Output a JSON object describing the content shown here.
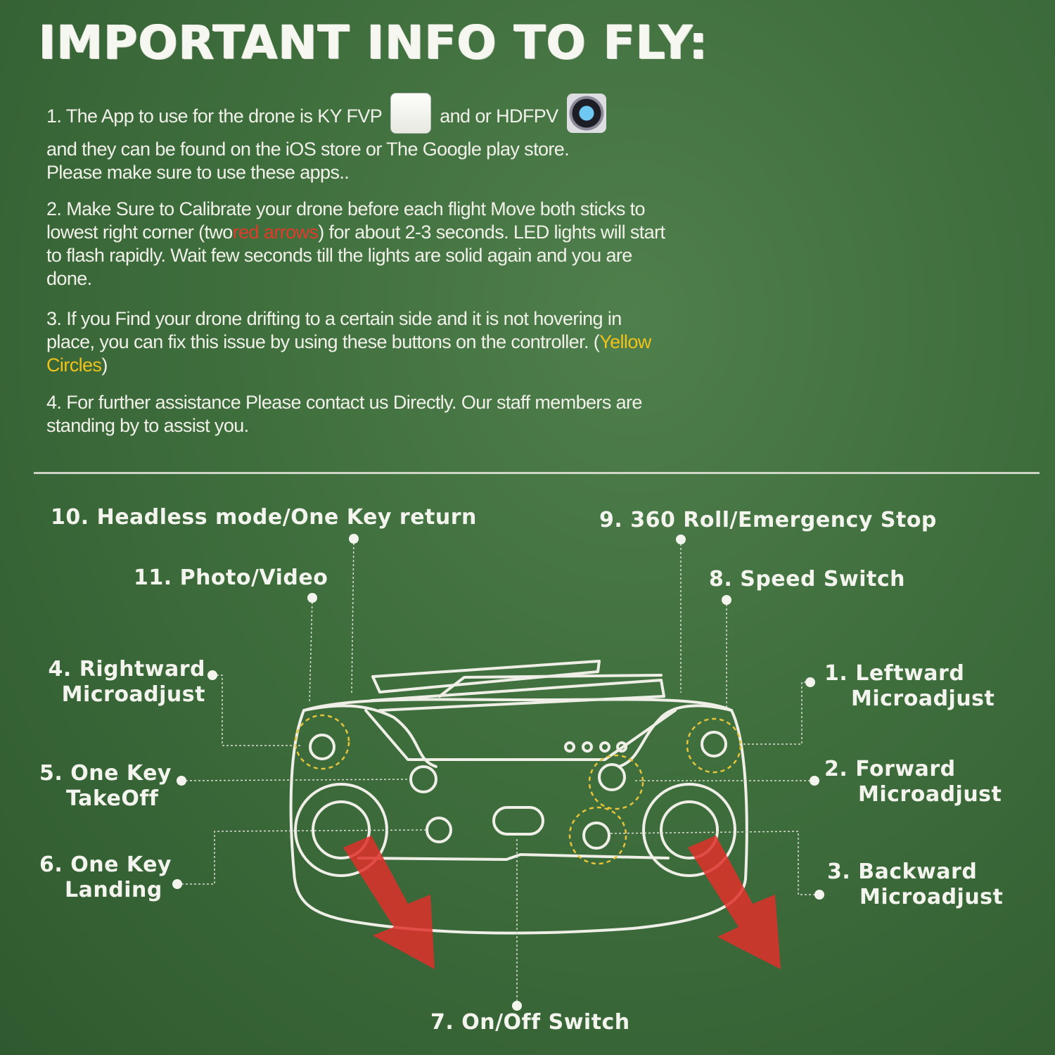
{
  "title": "IMPORTANT INFO TO FLY:",
  "info": {
    "p1": {
      "a": "1. The App to use for the drone is KY FVP",
      "b": "and or HDFPV",
      "c": "and they can be found on the iOS store or The Google play store.",
      "d": "Please make sure to use these apps.."
    },
    "p2": {
      "a": "2. Make Sure to Calibrate your drone before each flight Move both sticks to lowest right corner (two",
      "red": "red arrows",
      "b": ") for about 2-3 seconds. LED lights will start to flash rapidly. Wait few seconds till the lights are solid again and you are done."
    },
    "p3": {
      "a": "3. If you Find your drone drifting to a certain side and it is not hovering in place, you can fix this issue by using these buttons on the controller. (",
      "yellow": "Yellow Circles",
      "b": ")"
    },
    "p4": "4. For further assistance Please contact us Directly. Our staff members are standing by to assist you."
  },
  "icons": {
    "kyfvp": "drone-app-icon",
    "hdfpv": "camera-lens-app-icon"
  },
  "labels": {
    "l10": "10. Headless mode/One Key return",
    "l9": "9. 360 Roll/Emergency Stop",
    "l11": "11. Photo/Video",
    "l8": "8. Speed Switch",
    "l4a": "4. Rightward",
    "l4b": "Microadjust",
    "l1a": "1. Leftward",
    "l1b": "Microadjust",
    "l5a": "5. One Key",
    "l5b": "TakeOff",
    "l2a": "2. Forward",
    "l2b": "Microadjust",
    "l6a": "6. One Key",
    "l6b": "Landing",
    "l3a": "3. Backward",
    "l3b": "Microadjust",
    "l7": "7. On/Off Switch"
  },
  "colors": {
    "board": "#3f6e3d",
    "chalk": "#f2f2ec",
    "red": "#e23a2a",
    "yellow": "#f1c21b"
  }
}
